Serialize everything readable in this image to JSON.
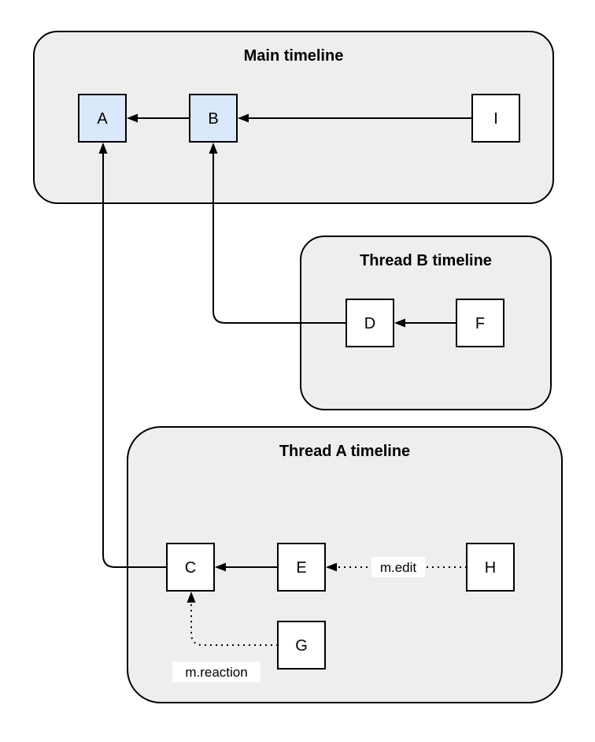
{
  "diagram": {
    "containers": {
      "main": {
        "title": "Main timeline"
      },
      "thread_b": {
        "title": "Thread B timeline"
      },
      "thread_a": {
        "title": "Thread A timeline"
      }
    },
    "nodes": {
      "a": {
        "label": "A"
      },
      "b": {
        "label": "B"
      },
      "i": {
        "label": "I"
      },
      "d": {
        "label": "D"
      },
      "f": {
        "label": "F"
      },
      "c": {
        "label": "C"
      },
      "e": {
        "label": "E"
      },
      "h": {
        "label": "H"
      },
      "g": {
        "label": "G"
      }
    },
    "edge_labels": {
      "edit": "m.edit",
      "reaction": "m.reaction"
    },
    "colors": {
      "background": "#ffffff",
      "container_fill": "#eeeeee",
      "container_stroke": "#000000",
      "node_fill": "#ffffff",
      "node_highlight_fill": "#dae8fc",
      "node_stroke": "#000000",
      "edge_color": "#000000",
      "label_bg": "#ffffff"
    }
  }
}
